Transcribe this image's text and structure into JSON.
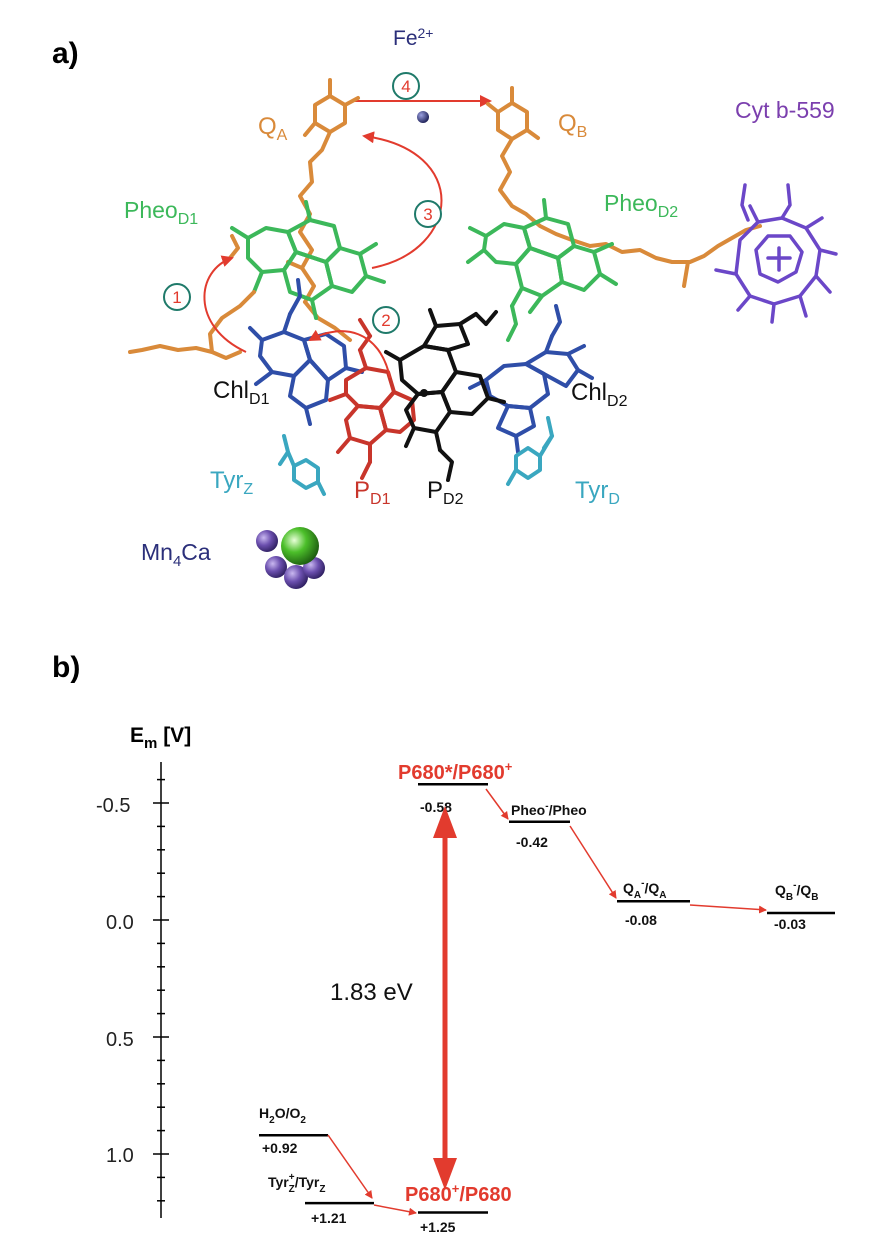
{
  "panel_a": {
    "label": "a)",
    "labels": {
      "fe": "Fe",
      "fe_sup": "2+",
      "qa": "Q",
      "qa_sub": "A",
      "qb": "Q",
      "qb_sub": "B",
      "cyt": "Cyt b-559",
      "pheo_d1": "Pheo",
      "pheo_d1_sub": "D1",
      "pheo_d2": "Pheo",
      "pheo_d2_sub": "D2",
      "chl_d1": "Chl",
      "chl_d1_sub": "D1",
      "chl_d2": "Chl",
      "chl_d2_sub": "D2",
      "tyr_z": "Tyr",
      "tyr_z_sub": "Z",
      "tyr_d": "Tyr",
      "tyr_d_sub": "D",
      "p_d1": "P",
      "p_d1_sub": "D1",
      "p_d2": "P",
      "p_d2_sub": "D2",
      "mn_a": "Mn",
      "mn_sub": "4",
      "mn_b": "Ca"
    },
    "steps": [
      "1",
      "2",
      "3",
      "4"
    ],
    "colors": {
      "quinone": "#d98a3a",
      "pheo": "#3cb85a",
      "chl": "#2f4ea8",
      "p_d1": "#c8352b",
      "p_d2": "#111111",
      "tyr": "#3aa7c0",
      "cyt": "#7b3fae",
      "fe": "#2b2f7a",
      "arrow": "#e23b2e",
      "circle": "#1f7a6a",
      "mn": "#6b4fae",
      "ca": "#4cbf2a"
    }
  },
  "panel_b": {
    "label": "b)",
    "axis_title": "E",
    "axis_title_sub": "m",
    "axis_title_unit": " [V]",
    "ticks": [
      "-0.5",
      "0.0",
      "0.5",
      "1.0"
    ],
    "gap_label": "1.83 eV",
    "couples": {
      "p680_star": {
        "a": "P680*/P680",
        "sup": "+",
        "value": "-0.58"
      },
      "pheo": {
        "a": "Pheo",
        "sup": "-",
        "b": "/Pheo",
        "value": "-0.42"
      },
      "qa": {
        "a": "Q",
        "sub1": "A",
        "sup": "-",
        "b": "/Q",
        "sub2": "A",
        "value": "-0.08"
      },
      "qb": {
        "a": "Q",
        "sub1": "B",
        "sup": "-",
        "b": "/Q",
        "sub2": "B",
        "value": "-0.03"
      },
      "h2o": {
        "a": "H",
        "sub1": "2",
        "b": "O/O",
        "sub2": "2",
        "value": "+0.92"
      },
      "tyr": {
        "a": "Tyr",
        "sup": "+",
        "sub1": "Z",
        "b": "/Tyr",
        "sub2": "Z",
        "value": "+1.21"
      },
      "p680": {
        "a": "P680",
        "sup": "+",
        "b": "/P680",
        "value": "+1.25"
      }
    },
    "levels": {
      "p680_star": -0.58,
      "pheo": -0.42,
      "qa": -0.08,
      "qb": -0.03,
      "h2o": 0.92,
      "tyr": 1.21,
      "p680": 1.25
    }
  }
}
